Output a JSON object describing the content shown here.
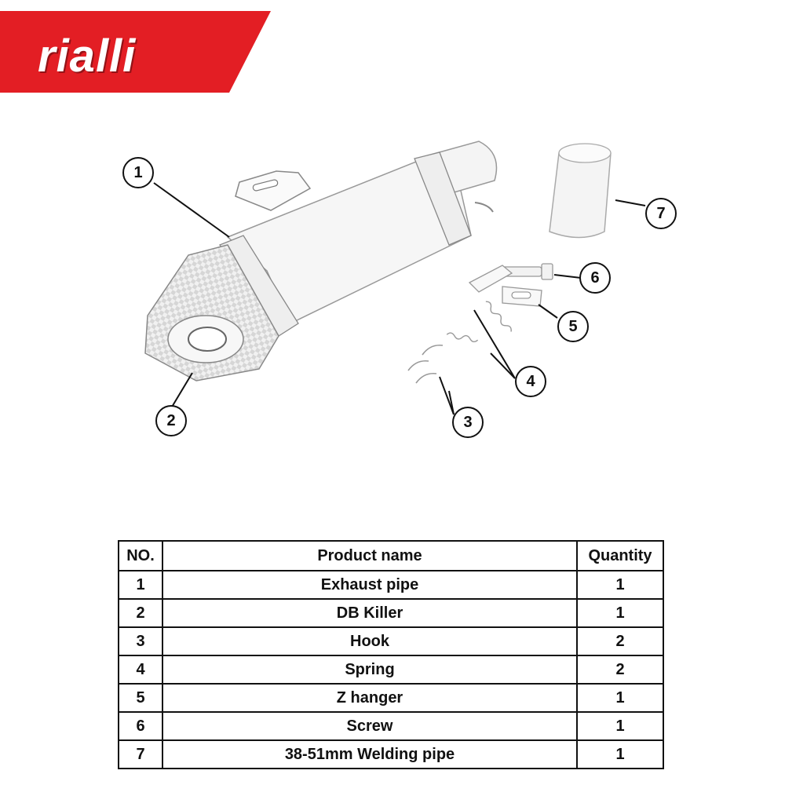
{
  "brand": {
    "name": "rialli",
    "color": "#e31e24"
  },
  "callouts": [
    "1",
    "2",
    "3",
    "4",
    "5",
    "6",
    "7"
  ],
  "table": {
    "headers": [
      "NO.",
      "Product name",
      "Quantity"
    ],
    "rows": [
      [
        "1",
        "Exhaust pipe",
        "1"
      ],
      [
        "2",
        "DB Killer",
        "1"
      ],
      [
        "3",
        "Hook",
        "2"
      ],
      [
        "4",
        "Spring",
        "2"
      ],
      [
        "5",
        "Z hanger",
        "1"
      ],
      [
        "6",
        "Screw",
        "1"
      ],
      [
        "7",
        "38-51mm Welding pipe",
        "1"
      ]
    ]
  }
}
